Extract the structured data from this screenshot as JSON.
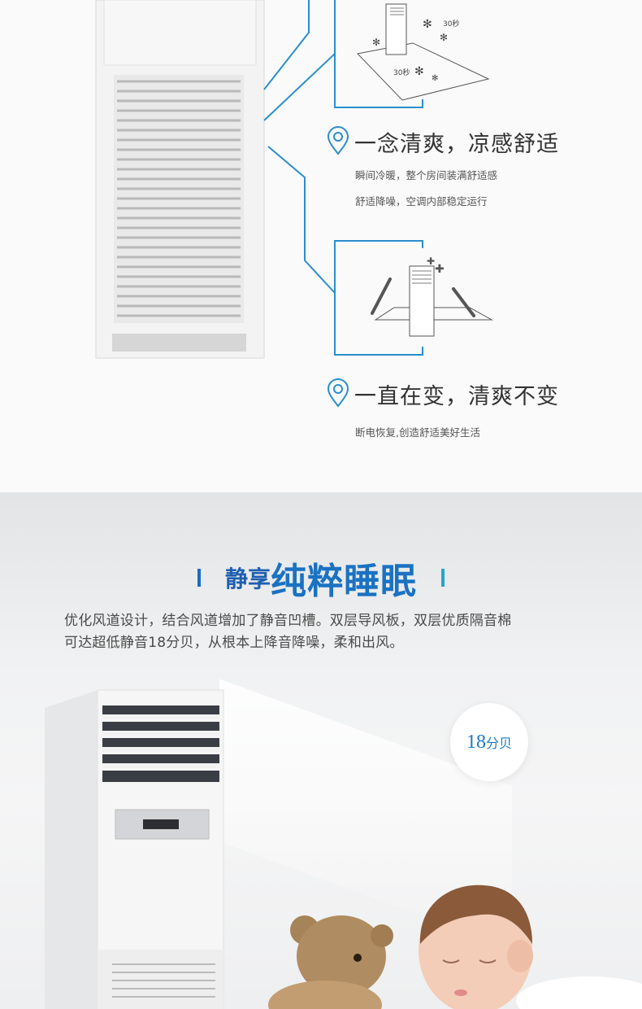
{
  "feature1": {
    "label_a": "30秒",
    "label_b": "30秒",
    "heading": "一念清爽，凉感舒适",
    "lines": [
      "瞬间冷暖，整个房间装满舒适感",
      "舒适降噪，空调内部稳定运行"
    ]
  },
  "feature2": {
    "heading": "一直在变，清爽不变",
    "lines": [
      "断电恢复,创造舒适美好生活"
    ]
  },
  "section": {
    "title_prefix": "静享",
    "title_main": "纯粹睡眠",
    "paragraph": [
      "优化风道设计，结合风道增加了静音凹槽。双层导风板，双层优质隔音棉",
      "可达超低静音18分贝，从根本上降音降噪，柔和出风。"
    ],
    "badge_value": "18",
    "badge_unit": "分贝"
  },
  "colors": {
    "accent": "#2a8fcc",
    "title_blue": "#1a72c2"
  }
}
